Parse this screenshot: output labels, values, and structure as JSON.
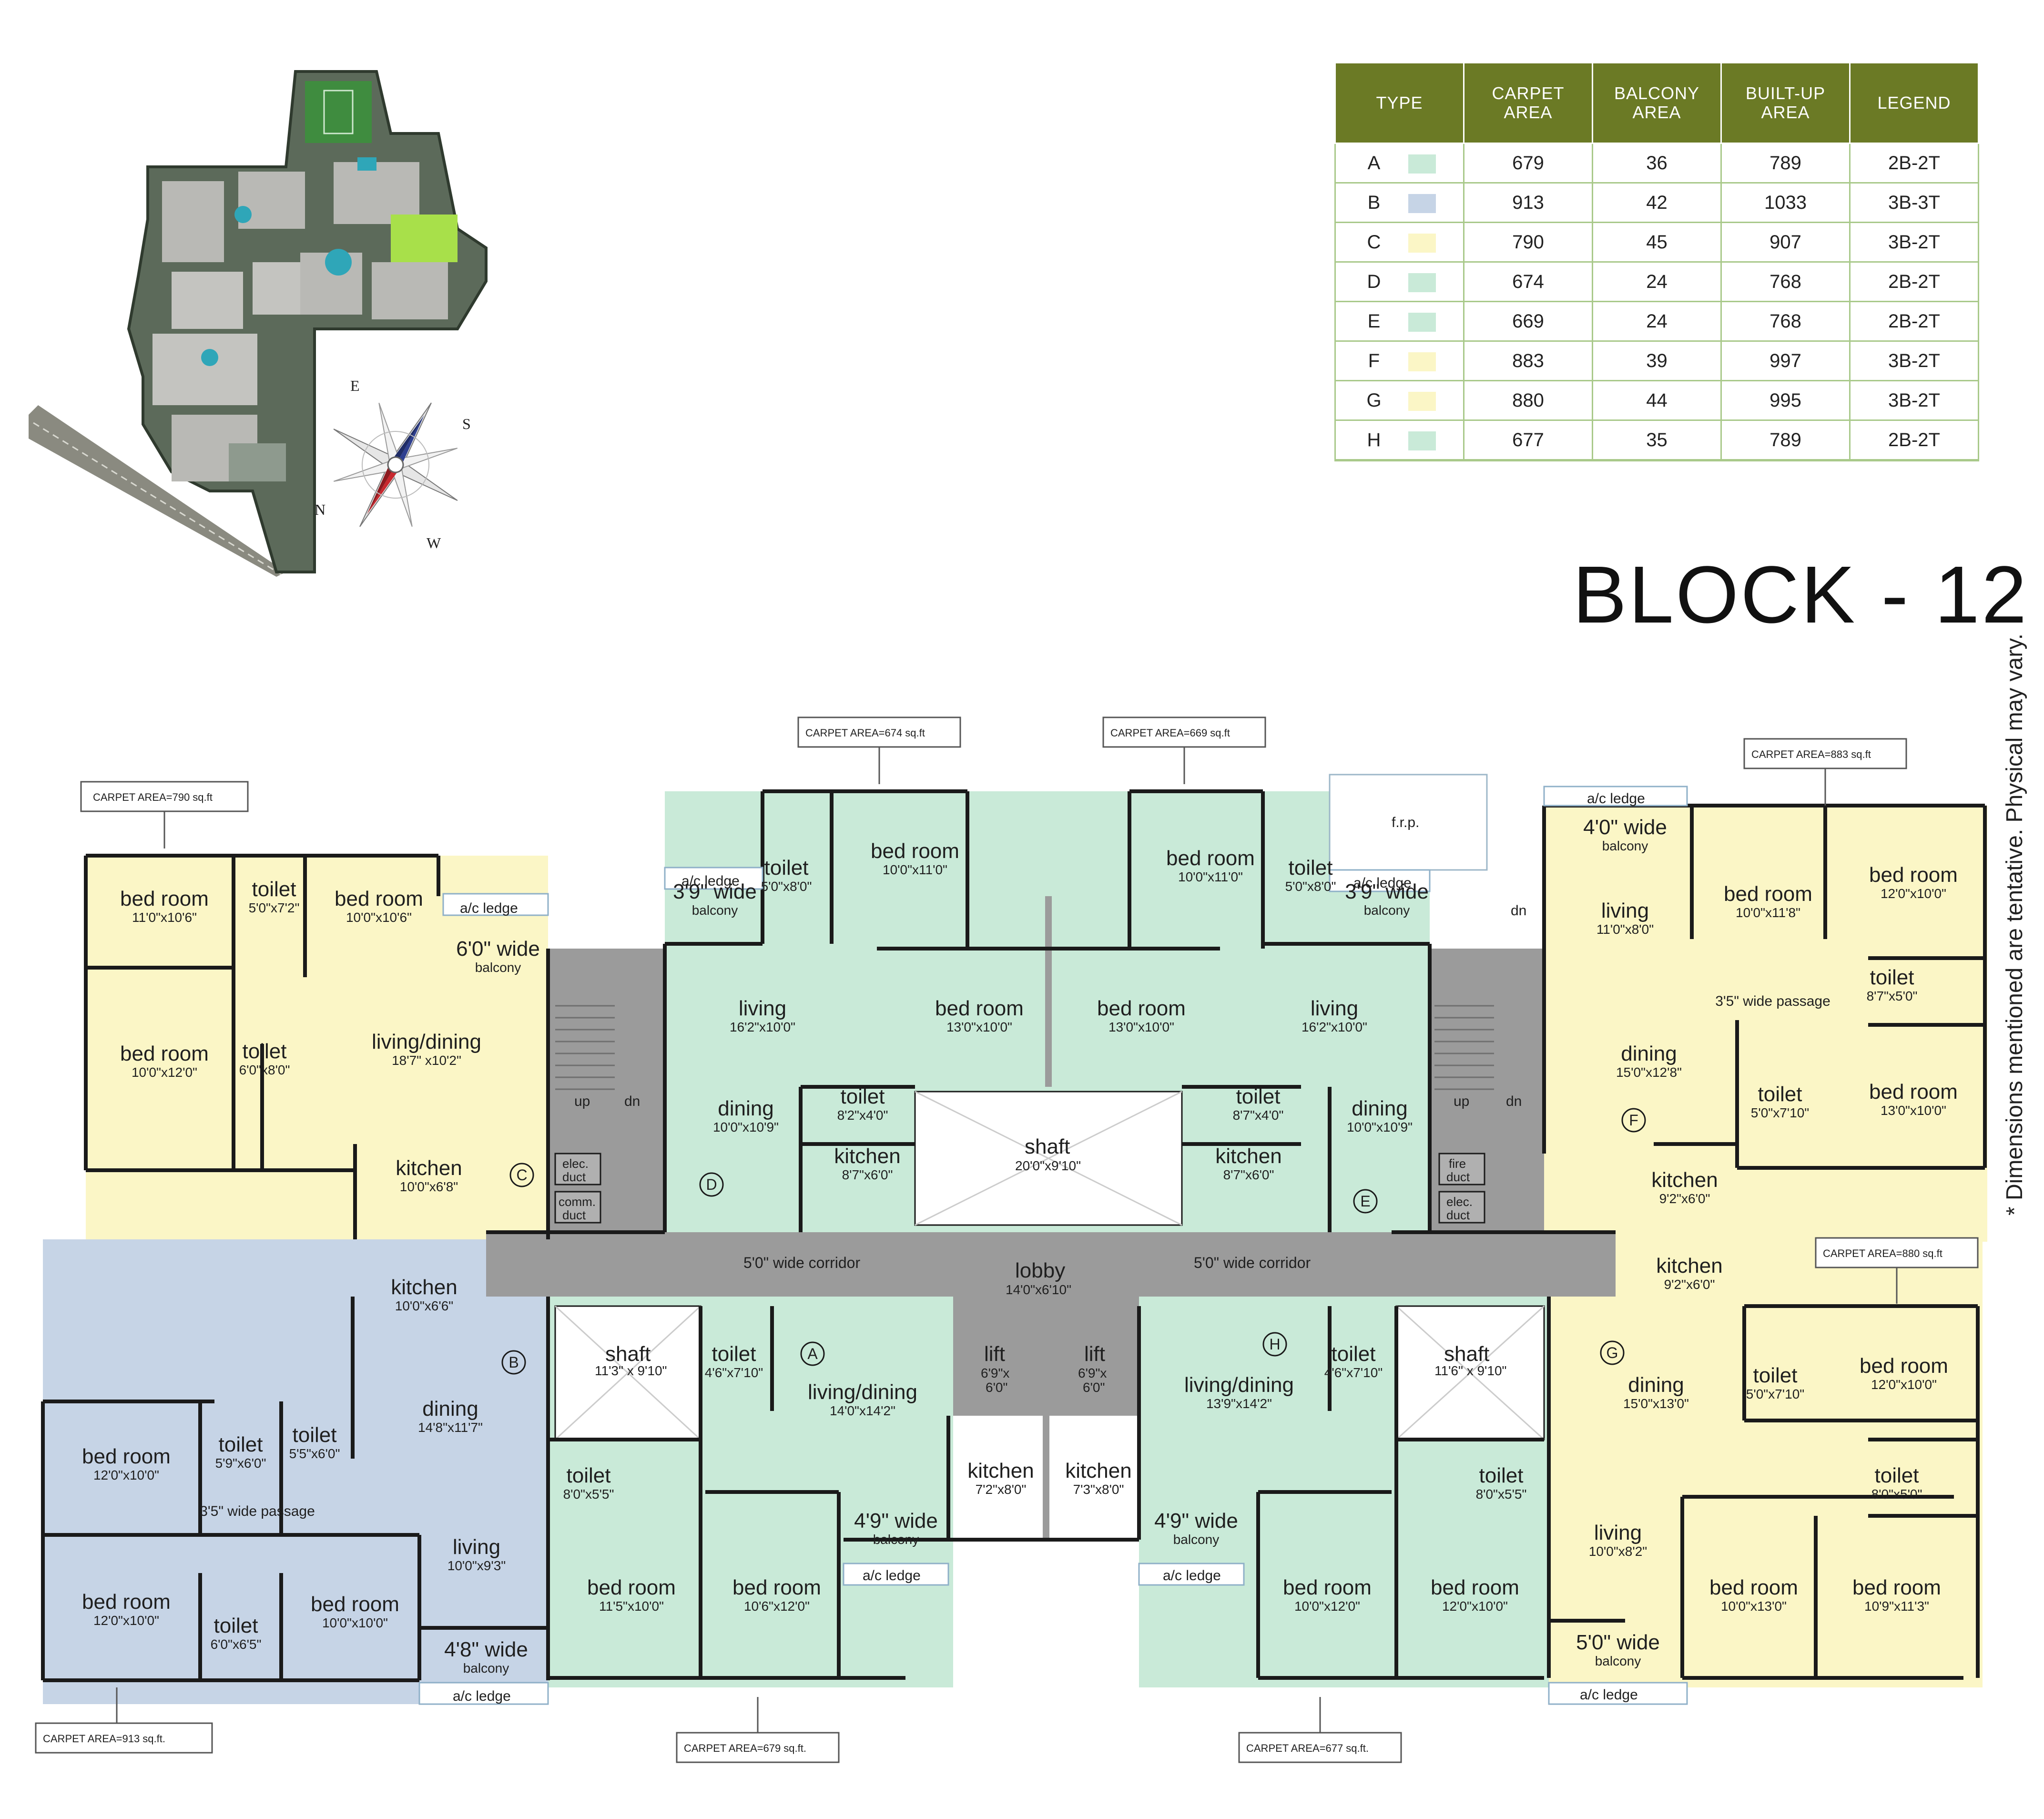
{
  "title": "BLOCK - 12",
  "note": "* Dimensions mentioned are tentative. Physical may vary.",
  "colors": {
    "header_olive": "#6b7a25",
    "green_unit": "#c9ead8",
    "blue_unit": "#c6d4e6",
    "yellow_unit": "#fbf6c6",
    "corridor": "#9b9b9b",
    "wall": "#1a1a1a"
  },
  "table": {
    "headers": [
      "TYPE",
      "CARPET AREA",
      "BALCONY AREA",
      "BUILT-UP AREA",
      "LEGEND"
    ],
    "rows": [
      {
        "type": "A",
        "carpet": "679",
        "balcony": "36",
        "builtup": "789",
        "legend": "2B-2T",
        "swatch": "#c9ead8"
      },
      {
        "type": "B",
        "carpet": "913",
        "balcony": "42",
        "builtup": "1033",
        "legend": "3B-3T",
        "swatch": "#c6d4e6"
      },
      {
        "type": "C",
        "carpet": "790",
        "balcony": "45",
        "builtup": "907",
        "legend": "3B-2T",
        "swatch": "#fbf6c6"
      },
      {
        "type": "D",
        "carpet": "674",
        "balcony": "24",
        "builtup": "768",
        "legend": "2B-2T",
        "swatch": "#c9ead8"
      },
      {
        "type": "E",
        "carpet": "669",
        "balcony": "24",
        "builtup": "768",
        "legend": "2B-2T",
        "swatch": "#c9ead8"
      },
      {
        "type": "F",
        "carpet": "883",
        "balcony": "39",
        "builtup": "997",
        "legend": "3B-2T",
        "swatch": "#fbf6c6"
      },
      {
        "type": "G",
        "carpet": "880",
        "balcony": "44",
        "builtup": "995",
        "legend": "3B-2T",
        "swatch": "#fbf6c6"
      },
      {
        "type": "H",
        "carpet": "677",
        "balcony": "35",
        "builtup": "789",
        "legend": "2B-2T",
        "swatch": "#c9ead8"
      }
    ]
  },
  "compass": {
    "e": "E",
    "s": "S",
    "n": "N",
    "w": "W"
  },
  "carpet_tags": {
    "c": "CARPET AREA=790 sq.ft",
    "d": "CARPET AREA=674 sq.ft",
    "e": "CARPET AREA=669 sq.ft",
    "f": "CARPET AREA=883 sq.ft",
    "g": "CARPET AREA=880 sq.ft",
    "b": "CARPET AREA=913 sq.ft.",
    "a": "CARPET AREA=679 sq.ft.",
    "h": "CARPET AREA=677 sq.ft."
  },
  "common": {
    "corridor_left": "5'0\" wide corridor",
    "corridor_right": "5'0\" wide corridor",
    "lobby": "lobby",
    "lobby_dim": "14'0\"x6'10\"",
    "shaft": "shaft",
    "shaft_center_dim": "20'0\"x9'10\"",
    "shaft_left_dim": "11'3\" x 9'10\"",
    "shaft_right_dim": "11'6\" x 9'10\"",
    "lift": "lift",
    "lift_dim_a": "6'9\"x",
    "lift_dim_b": "6'0\"",
    "up": "up",
    "dn": "dn",
    "elec": "elec.",
    "duct": "duct",
    "comm": "comm.",
    "fire": "fire",
    "frp": "f.r.p.",
    "ac_ledge": "a/c ledge"
  },
  "units": {
    "c": [
      {
        "n": "bed room",
        "d": "11'0\"x10'6\""
      },
      {
        "n": "toilet",
        "d": "5'0\"x7'2\""
      },
      {
        "n": "bed room",
        "d": "10'0\"x10'6\""
      },
      {
        "n": "6'0\" wide",
        "d": "balcony"
      },
      {
        "n": "bed room",
        "d": "10'0\"x12'0\""
      },
      {
        "n": "toilet",
        "d": "6'0\"x8'0\""
      },
      {
        "n": "living/dining",
        "d": "18'7\" x10'2\""
      },
      {
        "n": "kitchen",
        "d": "10'0\"x6'8\""
      }
    ],
    "d": [
      {
        "n": "toilet",
        "d": "5'0\"x8'0\""
      },
      {
        "n": "bed room",
        "d": "10'0\"x11'0\""
      },
      {
        "n": "3'9\" wide",
        "d": "balcony"
      },
      {
        "n": "living",
        "d": "16'2\"x10'0\""
      },
      {
        "n": "bed room",
        "d": "13'0\"x10'0\""
      },
      {
        "n": "toilet",
        "d": "8'2\"x4'0\""
      },
      {
        "n": "dining",
        "d": "10'0\"x10'9\""
      },
      {
        "n": "kitchen",
        "d": "8'7\"x6'0\""
      }
    ],
    "e": [
      {
        "n": "bed room",
        "d": "10'0\"x11'0\""
      },
      {
        "n": "toilet",
        "d": "5'0\"x8'0\""
      },
      {
        "n": "3'9\" wide",
        "d": "balcony"
      },
      {
        "n": "bed room",
        "d": "13'0\"x10'0\""
      },
      {
        "n": "living",
        "d": "16'2\"x10'0\""
      },
      {
        "n": "toilet",
        "d": "8'7\"x4'0\""
      },
      {
        "n": "dining",
        "d": "10'0\"x10'9\""
      },
      {
        "n": "kitchen",
        "d": "8'7\"x6'0\""
      }
    ],
    "f": [
      {
        "n": "4'0\" wide",
        "d": "balcony"
      },
      {
        "n": "living",
        "d": "11'0\"x8'0\""
      },
      {
        "n": "bed room",
        "d": "10'0\"x11'8\""
      },
      {
        "n": "bed room",
        "d": "12'0\"x10'0\""
      },
      {
        "n": "toilet",
        "d": "8'7\"x5'0\""
      },
      {
        "n": "3'5\" wide passage",
        "d": ""
      },
      {
        "n": "dining",
        "d": "15'0\"x12'8\""
      },
      {
        "n": "toilet",
        "d": "5'0\"x7'10\""
      },
      {
        "n": "bed room",
        "d": "13'0\"x10'0\""
      },
      {
        "n": "kitchen",
        "d": "9'2\"x6'0\""
      }
    ],
    "g": [
      {
        "n": "kitchen",
        "d": "9'2\"x6'0\""
      },
      {
        "n": "toilet",
        "d": "5'0\"x7'10\""
      },
      {
        "n": "bed room",
        "d": "12'0\"x10'0\""
      },
      {
        "n": "dining",
        "d": "15'0\"x13'0\""
      },
      {
        "n": "toilet",
        "d": "8'0\"x5'0\""
      },
      {
        "n": "living",
        "d": "10'0\"x8'2\""
      },
      {
        "n": "bed room",
        "d": "10'0\"x13'0\""
      },
      {
        "n": "bed room",
        "d": "10'9\"x11'3\""
      },
      {
        "n": "5'0\" wide",
        "d": "balcony"
      }
    ],
    "b": [
      {
        "n": "kitchen",
        "d": "10'0\"x6'6\""
      },
      {
        "n": "dining",
        "d": "14'8\"x11'7\""
      },
      {
        "n": "bed room",
        "d": "12'0\"x10'0\""
      },
      {
        "n": "toilet",
        "d": "5'9\"x6'0\""
      },
      {
        "n": "toilet",
        "d": "5'5\"x6'0\""
      },
      {
        "n": "3'5\" wide passage",
        "d": ""
      },
      {
        "n": "living",
        "d": "10'0\"x9'3\""
      },
      {
        "n": "bed room",
        "d": "12'0\"x10'0\""
      },
      {
        "n": "toilet",
        "d": "6'0\"x6'5\""
      },
      {
        "n": "bed room",
        "d": "10'0\"x10'0\""
      },
      {
        "n": "4'8\" wide",
        "d": "balcony"
      }
    ],
    "a": [
      {
        "n": "toilet",
        "d": "4'6\"x7'10\""
      },
      {
        "n": "living/dining",
        "d": "14'0\"x14'2\""
      },
      {
        "n": "toilet",
        "d": "8'0\"x5'5\""
      },
      {
        "n": "kitchen",
        "d": "7'2\"x8'0\""
      },
      {
        "n": "4'9\" wide",
        "d": "balcony"
      },
      {
        "n": "bed room",
        "d": "11'5\"x10'0\""
      },
      {
        "n": "bed room",
        "d": "10'6\"x12'0\""
      }
    ],
    "h": [
      {
        "n": "toilet",
        "d": "4'6\"x7'10\""
      },
      {
        "n": "living/dining",
        "d": "13'9\"x14'2\""
      },
      {
        "n": "kitchen",
        "d": "7'3\"x8'0\""
      },
      {
        "n": "4'9\" wide",
        "d": "balcony"
      },
      {
        "n": "toilet",
        "d": "8'0\"x5'5\""
      },
      {
        "n": "bed room",
        "d": "10'0\"x12'0\""
      },
      {
        "n": "bed room",
        "d": "12'0\"x10'0\""
      }
    ]
  },
  "unit_markers": [
    "A",
    "B",
    "C",
    "D",
    "E",
    "F",
    "G",
    "H"
  ]
}
